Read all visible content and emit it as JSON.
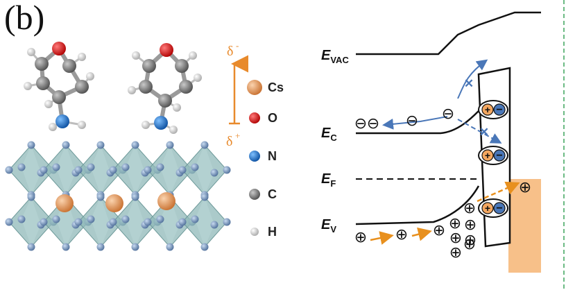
{
  "panel_label": "(b)",
  "dipole": {
    "top_label": "δ",
    "top_sign": "-",
    "bottom_label": "δ",
    "bottom_sign": "+"
  },
  "legend": [
    {
      "element": "Cs",
      "color": "#d98a4f"
    },
    {
      "element": "O",
      "color": "#cc1f1f"
    },
    {
      "element": "N",
      "color": "#1f6fc9"
    },
    {
      "element": "C",
      "color": "#6b6b6b"
    },
    {
      "element": "H",
      "color": "#d9d9d9"
    }
  ],
  "levels": {
    "vac": {
      "main": "E",
      "sub": "VAC"
    },
    "c": {
      "main": "E",
      "sub": "C"
    },
    "f": {
      "main": "E",
      "sub": "F"
    },
    "v": {
      "main": "E",
      "sub": "V"
    }
  },
  "symbols": {
    "electron": "⊖",
    "hole": "⊕"
  },
  "colors": {
    "octahedron": "#8fb8b8",
    "corner_atom": "#6f8fb8",
    "electron_arrow": "#4a77b8",
    "hole_arrow": "#e8901e",
    "electrode": "#f7c089",
    "dipole_arrow": "#e88a2c",
    "border_dash": "#3aa35a"
  }
}
